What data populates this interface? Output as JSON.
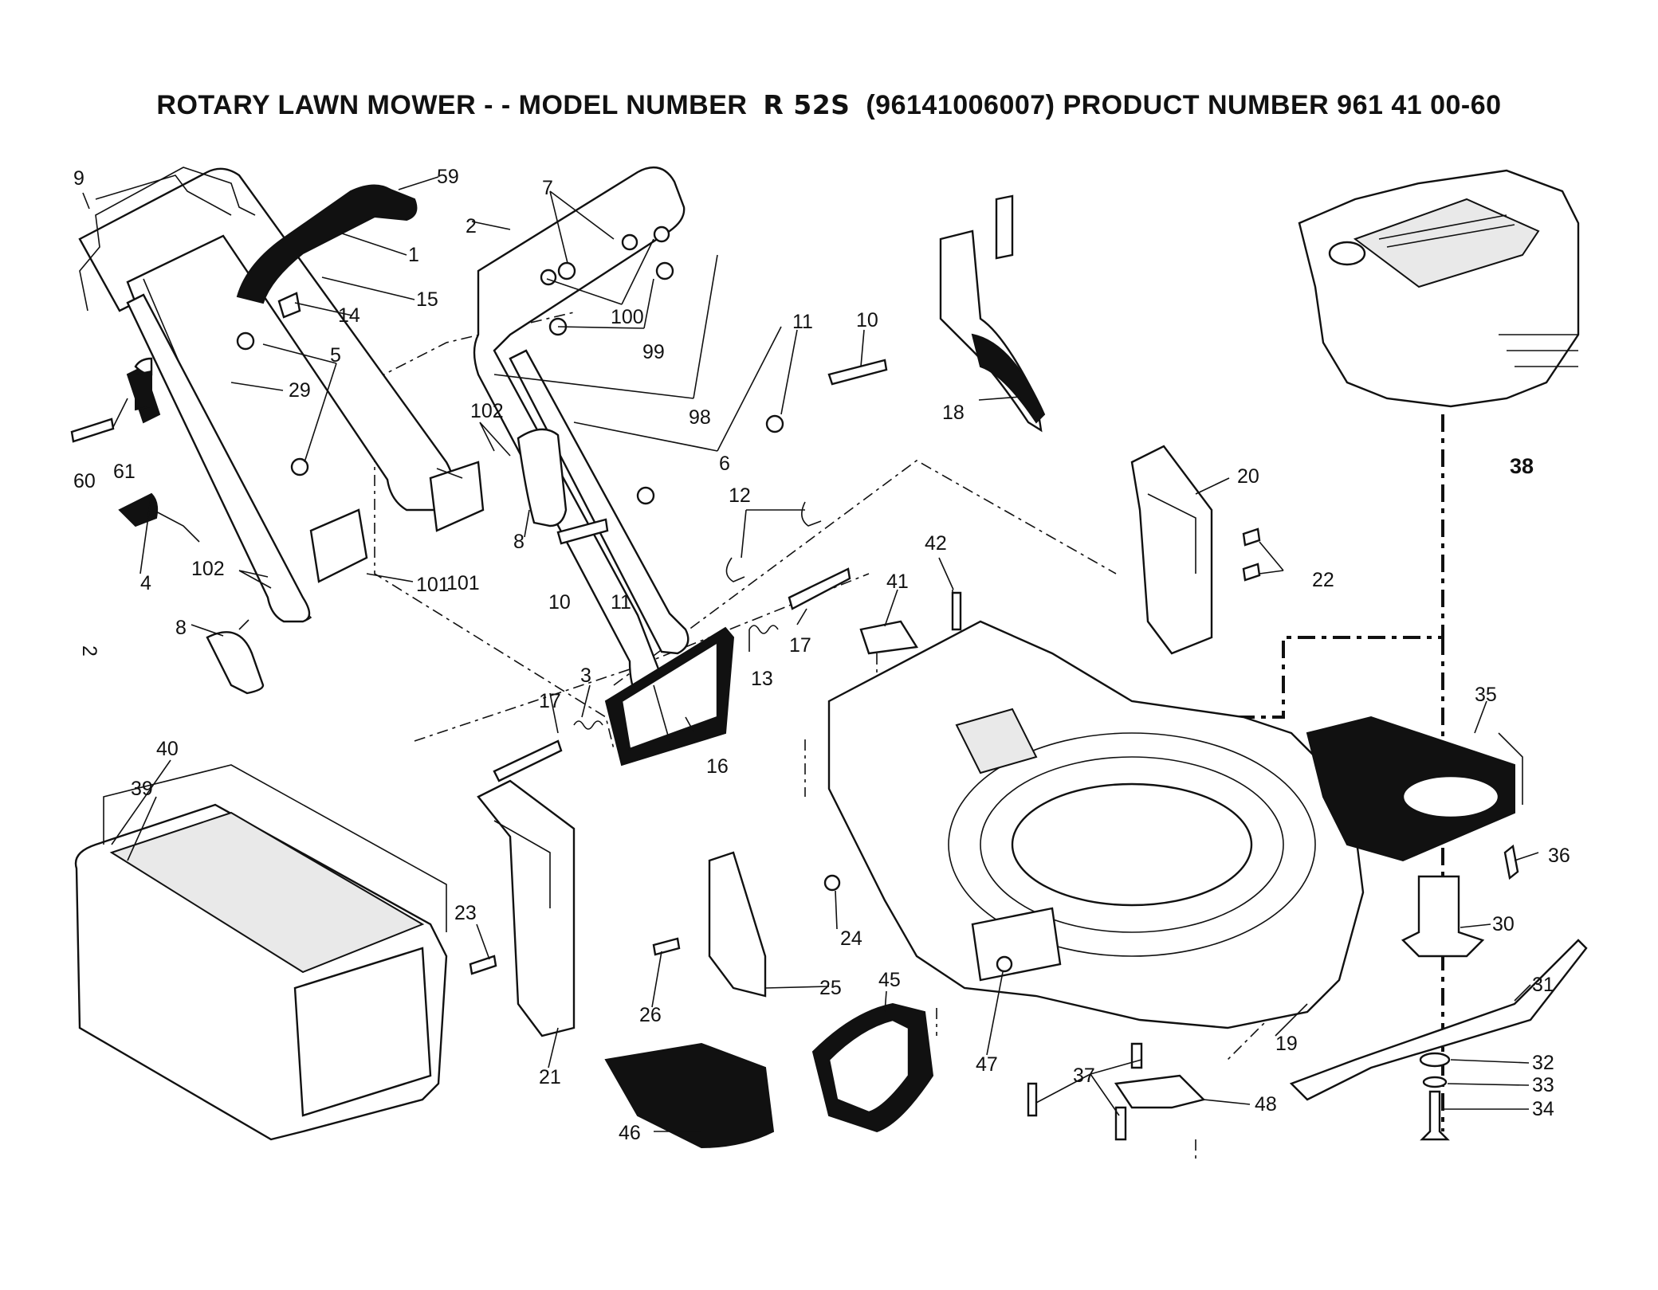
{
  "title": {
    "prefix": "ROTARY LAWN MOWER - - MODEL NUMBER",
    "model": "R 52S",
    "suffix": "(96141006007) PRODUCT NUMBER 961 41 00-60"
  },
  "page_marker": "2",
  "callouts": [
    {
      "id": "c9",
      "text": "9"
    },
    {
      "id": "c59",
      "text": "59"
    },
    {
      "id": "c1",
      "text": "1"
    },
    {
      "id": "c15",
      "text": "15"
    },
    {
      "id": "c14",
      "text": "14"
    },
    {
      "id": "c5",
      "text": "5"
    },
    {
      "id": "c29",
      "text": "29"
    },
    {
      "id": "c60",
      "text": "60"
    },
    {
      "id": "c61",
      "text": "61"
    },
    {
      "id": "c4",
      "text": "4"
    },
    {
      "id": "c102a",
      "text": "102"
    },
    {
      "id": "c102b",
      "text": "102"
    },
    {
      "id": "c101a",
      "text": "101"
    },
    {
      "id": "c101b",
      "text": "101"
    },
    {
      "id": "c8a",
      "text": "8"
    },
    {
      "id": "c8b",
      "text": "8"
    },
    {
      "id": "c2",
      "text": "2"
    },
    {
      "id": "c7",
      "text": "7"
    },
    {
      "id": "c100",
      "text": "100"
    },
    {
      "id": "c99",
      "text": "99"
    },
    {
      "id": "c98",
      "text": "98"
    },
    {
      "id": "c6",
      "text": "6"
    },
    {
      "id": "c11a",
      "text": "11"
    },
    {
      "id": "c11b",
      "text": "11"
    },
    {
      "id": "c10a",
      "text": "10"
    },
    {
      "id": "c10b",
      "text": "10"
    },
    {
      "id": "c12",
      "text": "12"
    },
    {
      "id": "c13",
      "text": "13"
    },
    {
      "id": "c17a",
      "text": "17"
    },
    {
      "id": "c17b",
      "text": "17"
    },
    {
      "id": "c3",
      "text": "3"
    },
    {
      "id": "c16",
      "text": "16"
    },
    {
      "id": "c18",
      "text": "18"
    },
    {
      "id": "c38",
      "text": "38"
    },
    {
      "id": "c20",
      "text": "20"
    },
    {
      "id": "c22",
      "text": "22"
    },
    {
      "id": "c42",
      "text": "42"
    },
    {
      "id": "c41",
      "text": "41"
    },
    {
      "id": "c35",
      "text": "35"
    },
    {
      "id": "c36",
      "text": "36"
    },
    {
      "id": "c30",
      "text": "30"
    },
    {
      "id": "c31",
      "text": "31"
    },
    {
      "id": "c32",
      "text": "32"
    },
    {
      "id": "c33",
      "text": "33"
    },
    {
      "id": "c34",
      "text": "34"
    },
    {
      "id": "c40",
      "text": "40"
    },
    {
      "id": "c39",
      "text": "39"
    },
    {
      "id": "c23",
      "text": "23"
    },
    {
      "id": "c21",
      "text": "21"
    },
    {
      "id": "c24",
      "text": "24"
    },
    {
      "id": "c25",
      "text": "25"
    },
    {
      "id": "c26",
      "text": "26"
    },
    {
      "id": "c45",
      "text": "45"
    },
    {
      "id": "c46",
      "text": "46"
    },
    {
      "id": "c47",
      "text": "47"
    },
    {
      "id": "c19",
      "text": "19"
    },
    {
      "id": "c37",
      "text": "37"
    },
    {
      "id": "c48",
      "text": "48"
    }
  ]
}
